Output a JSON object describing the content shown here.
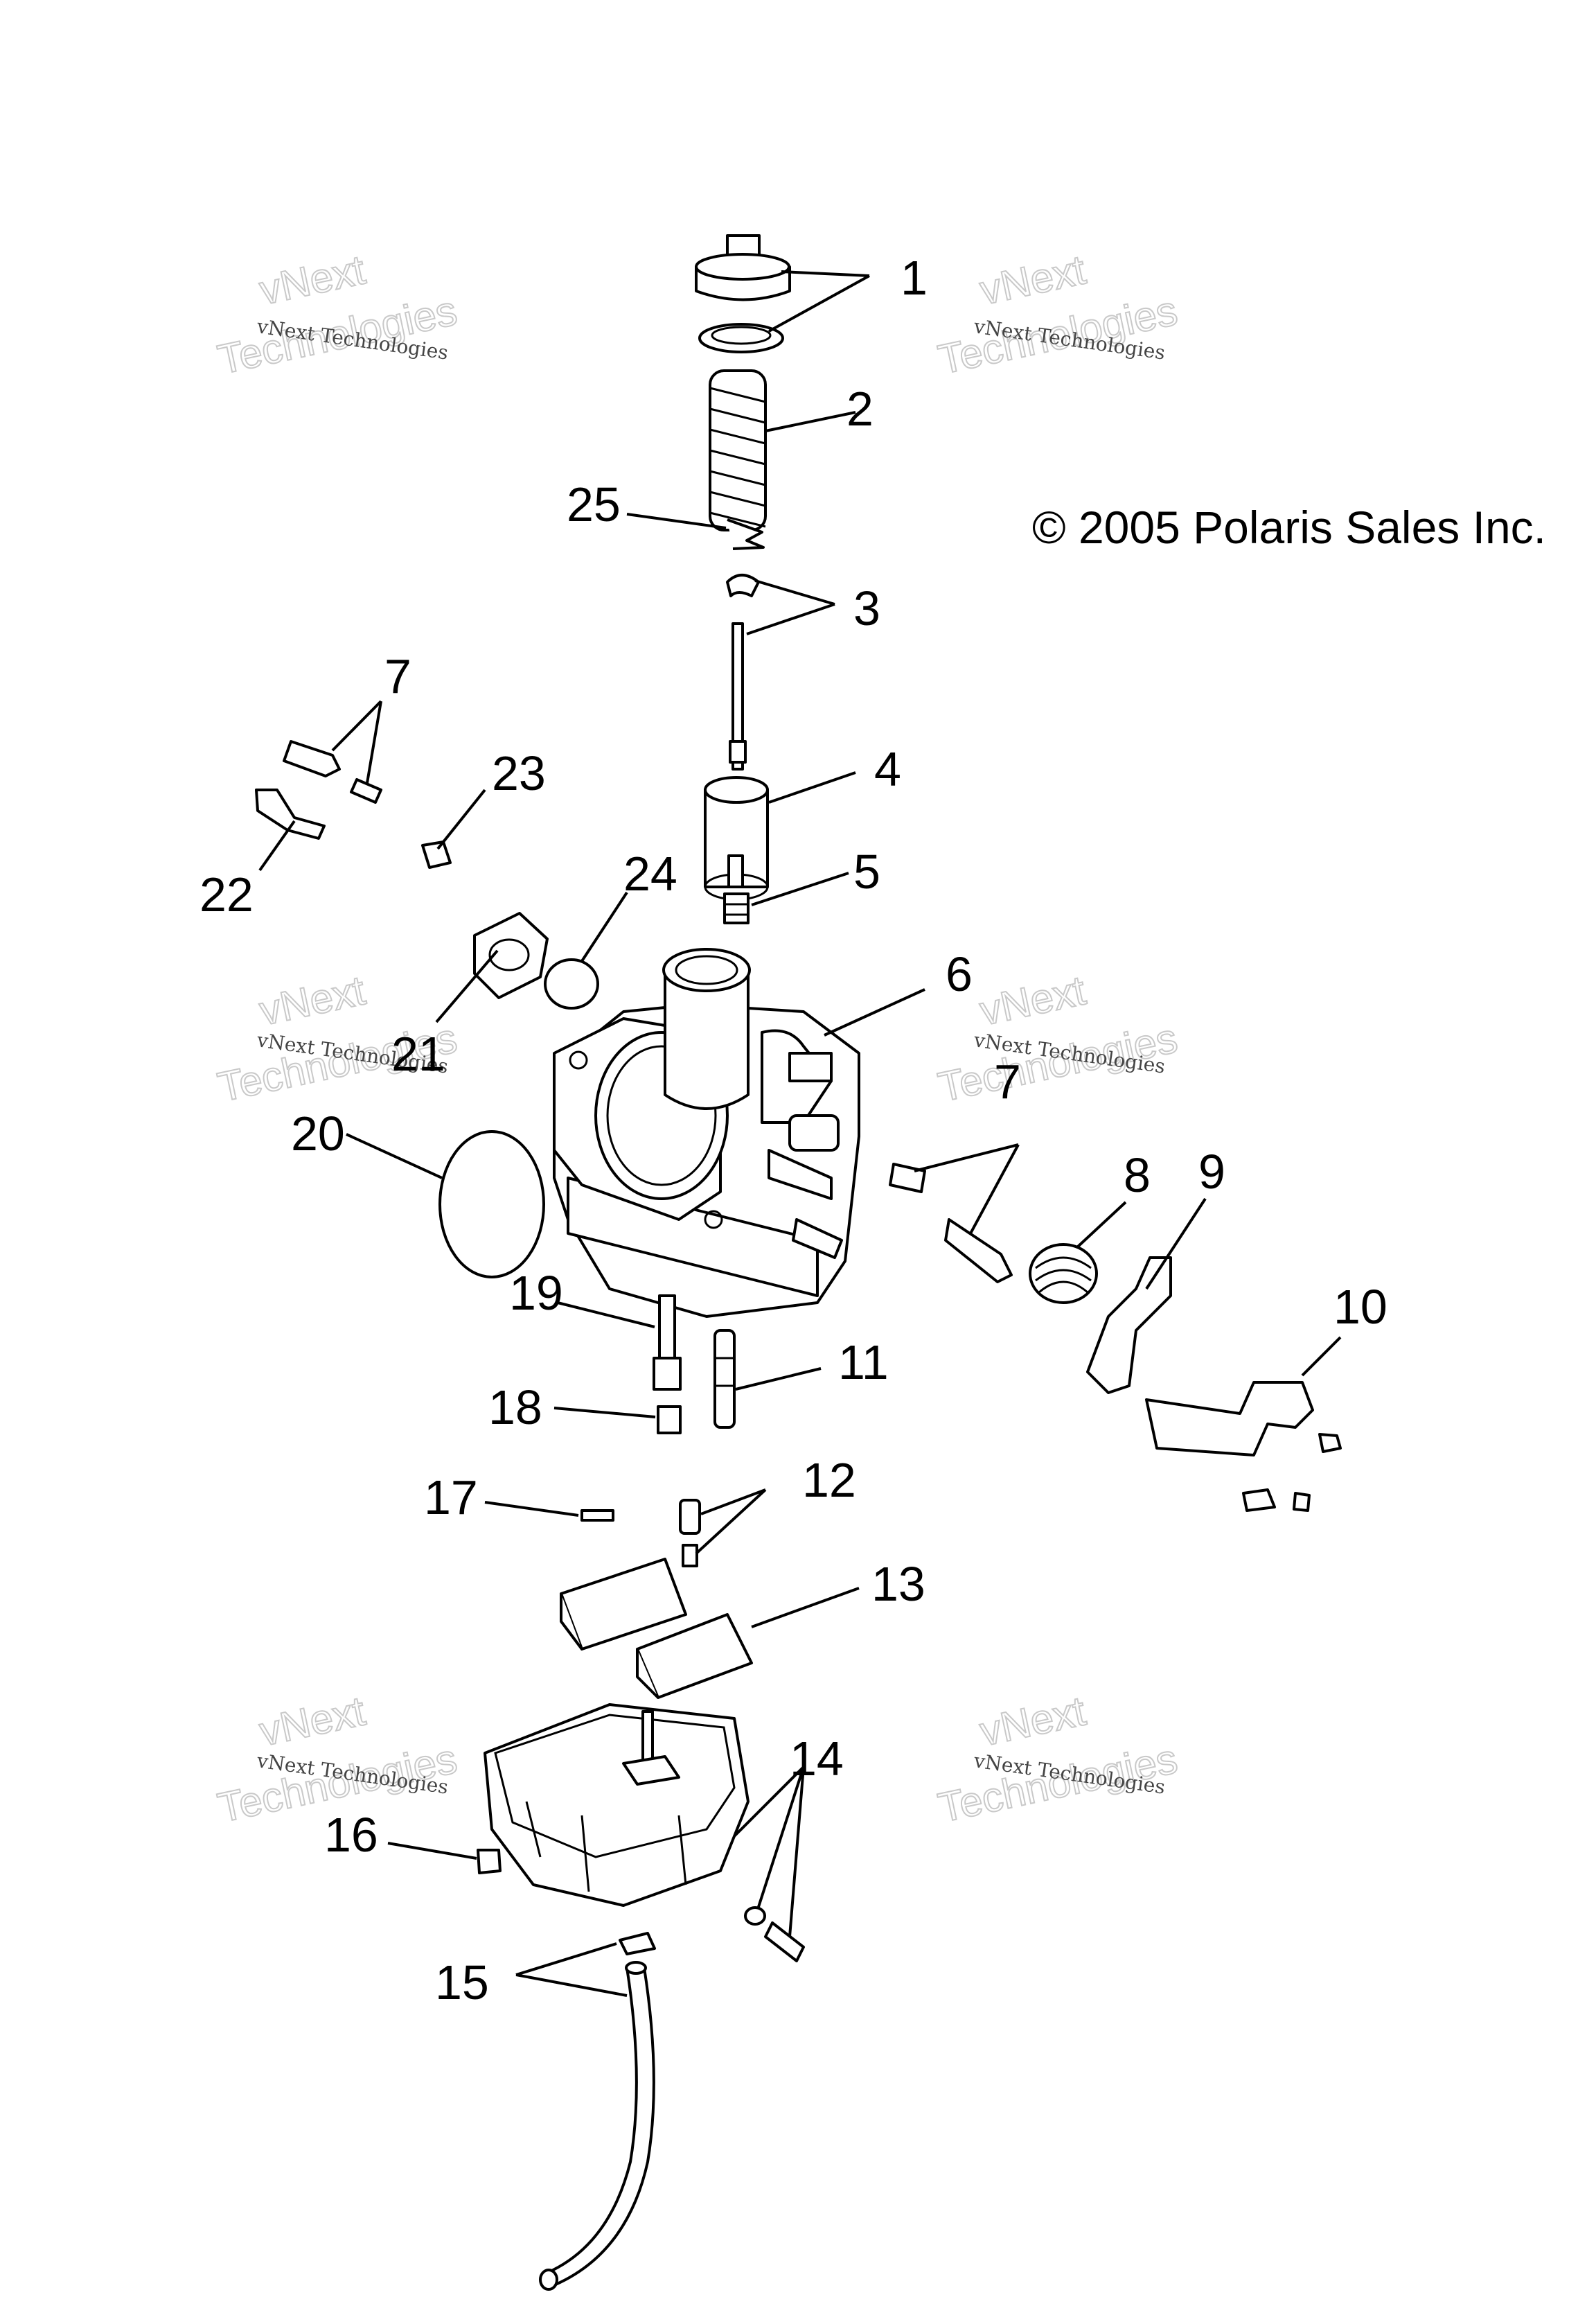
{
  "copyright": "© 2005 Polaris Sales Inc.",
  "watermark": {
    "line1": "vNext Technologies",
    "line2": "vNext",
    "line3": "Technologies"
  },
  "callouts": {
    "c1": "1",
    "c2": "2",
    "c3": "3",
    "c4": "4",
    "c5": "5",
    "c6": "6",
    "c7a": "7",
    "c7b": "7",
    "c8": "8",
    "c9": "9",
    "c10": "10",
    "c11": "11",
    "c12": "12",
    "c13": "13",
    "c14": "14",
    "c15": "15",
    "c16": "16",
    "c17": "17",
    "c18": "18",
    "c19": "19",
    "c20": "20",
    "c21": "21",
    "c22": "22",
    "c23": "23",
    "c24": "24",
    "c25": "25"
  }
}
